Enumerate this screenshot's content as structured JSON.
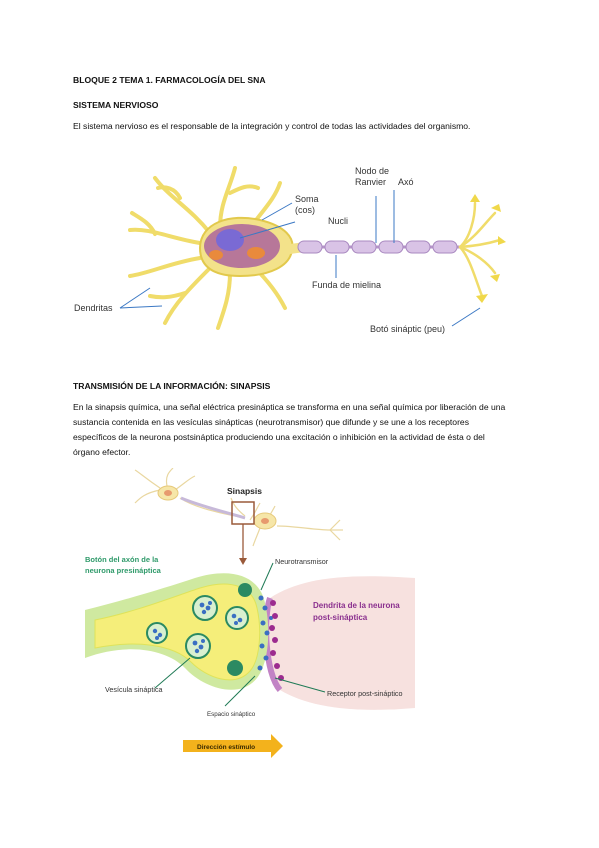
{
  "doc": {
    "title": "BLOQUE 2 TEMA 1. FARMACOLOGÍA DEL SNA",
    "section1": "SISTEMA NERVIOSO",
    "para1": "El sistema nervioso es el responsable de la integración y control de todas las actividades del organismo.",
    "section2": "TRANSMISIÓN DE LA INFORMACIÓN: SINAPSIS",
    "para2": "En la sinapsis química, una señal eléctrica presináptica se transforma en una señal química por liberación de una sustancia contenida en las vesículas sinápticas (neurotransmisor) que difunde y se une a los receptores específicos de la neurona postsináptica produciendo una excitación o inhibición en la actividad de ésta o del órgano efector."
  },
  "neuron_figure": {
    "soma": "Soma (cos)",
    "soma_line1": "Soma",
    "soma_line2": "(cos)",
    "nucli": "Nucli",
    "nodo_line1": "Nodo de",
    "nodo_line2": "Ranvier",
    "axo": "Axó",
    "funda": "Funda de mielina",
    "dendritas": "Dendritas",
    "boto": "Botó sináptic (peu)"
  },
  "synapse_figure": {
    "sinapsis": "Sinapsis",
    "boton_line1": "Botón del axón de la",
    "boton_line2": "neurona presináptica",
    "neurotransmisor": "Neurotransmisor",
    "dendrita_line1": "Dendrita de la neurona",
    "dendrita_line2": "post-sináptica",
    "vesicula": "Vesícula sináptica",
    "receptor": "Receptor post-sináptico",
    "espacio": "Espacio sináptico",
    "direccion": "Dirección estímulo",
    "colors": {
      "green_label": "#2f9a6a",
      "purple_label": "#8a2f8e",
      "arrow": "#f3b21c",
      "membrane_yellow": "#f5ee7a",
      "axon_green": "#cfe9a0"
    }
  }
}
